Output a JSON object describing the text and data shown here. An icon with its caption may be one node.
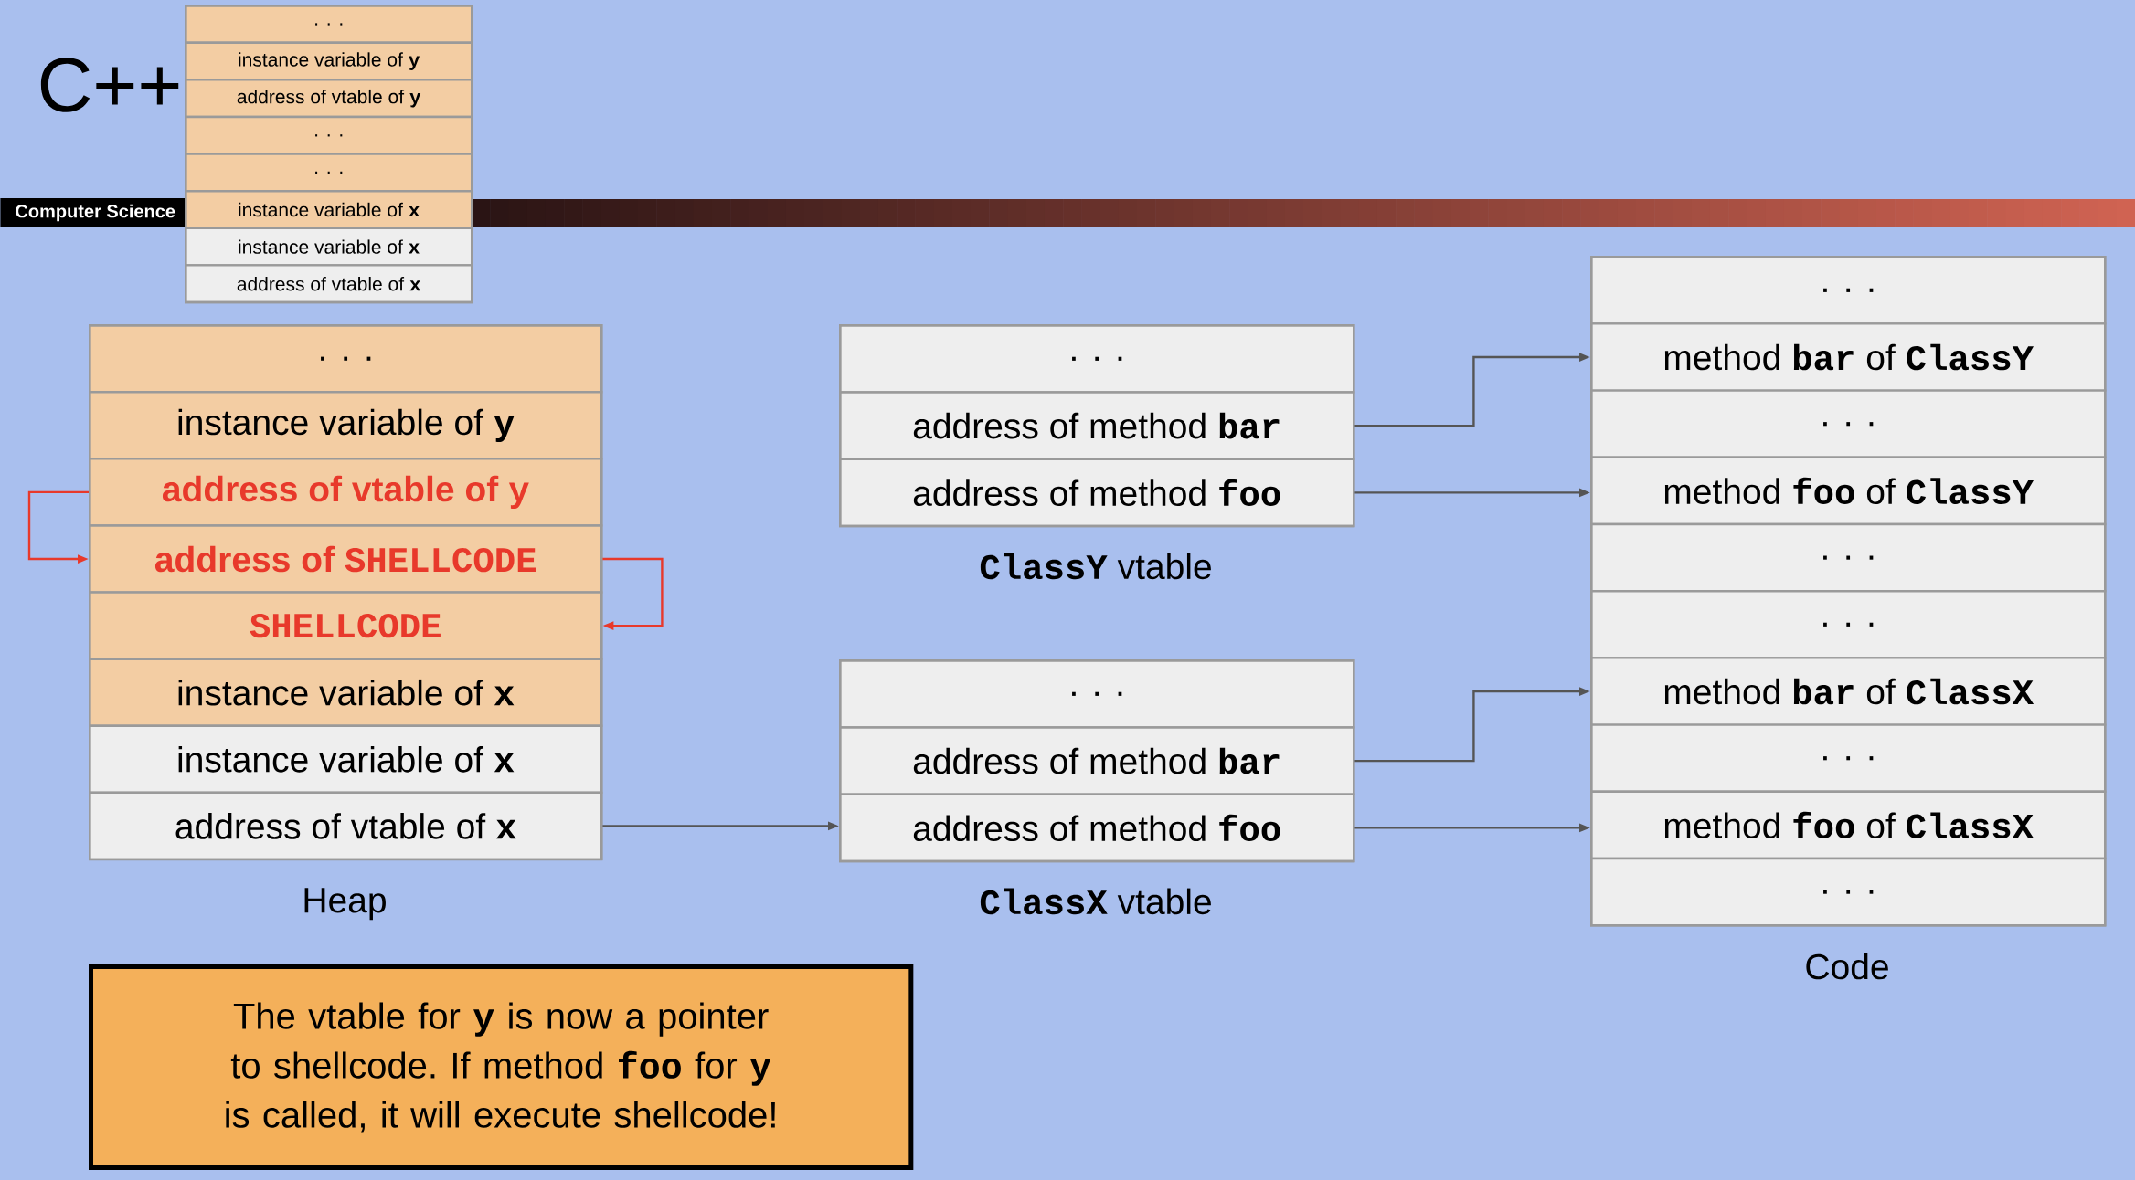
{
  "diagram": {
    "title": "C++",
    "nodes": [
      {
        "text": [],
        "shape": "box"
      },
      {
        "text": [
          ". . ."
        ],
        "in": 0
      },
      {
        "text": [
          "instance variable of **y**"
        ],
        "in": 0
      },
      {
        "text": [
          "address of vtable of **y**"
        ],
        "in": 0
      },
      {
        "text": [
          ". . ."
        ],
        "in": 0
      },
      {
        "text": [
          ". . ."
        ],
        "in": 0
      },
      {
        "text": [
          "instance variable of **x**"
        ],
        "in": 0
      },
      {
        "text": [
          "instance variable of **x**"
        ],
        "in": 0
      },
      {
        "text": [
          "address of vtable of **x**"
        ],
        "in": 0
      },
      {
        "text": [
          "Heap"
        ]
      },
      {
        "text": [
          ". . ."
        ],
        "in": 9
      },
      {
        "text": [
          "instance variable of **y**"
        ],
        "in": 9
      },
      {
        "text": [
          "address of vtable of **y**"
        ],
        "in": 9
      },
      {
        "text": [
          "address of **SHELLCODE**"
        ],
        "in": 9
      },
      {
        "text": [
          "SHELLCODE"
        ],
        "in": 9
      },
      {
        "text": [
          "instance variable of **x**"
        ],
        "in": 9
      },
      {
        "text": [
          "instance variable of **x**"
        ],
        "in": 9
      },
      {
        "text": [
          "address of vtable of **x**"
        ],
        "in": 9
      },
      {
        "text": [
          "**ClassY** vtable"
        ]
      },
      {
        "text": [
          ". . ."
        ],
        "in": 18
      },
      {
        "text": [
          "address of method **bar**"
        ],
        "in": 18
      },
      {
        "text": [
          "address of method **foo**"
        ],
        "in": 18
      },
      {
        "text": [
          "**ClassX** vtable"
        ]
      },
      {
        "text": [
          ". . ."
        ],
        "in": 22
      },
      {
        "text": [
          "address of method **bar**"
        ],
        "in": 22
      },
      {
        "text": [
          "address of method **foo**"
        ],
        "in": 22
      },
      {
        "text": [
          "Code"
        ]
      },
      {
        "text": [
          ". . ."
        ],
        "in": 26
      },
      {
        "text": [
          "method **bar** of **ClassY**"
        ],
        "in": 26
      },
      {
        "text": [
          ". . ."
        ],
        "in": 26
      },
      {
        "text": [
          "method **foo** of **ClassY**"
        ],
        "in": 26
      },
      {
        "text": [
          ". . ."
        ],
        "in": 26
      },
      {
        "text": [
          ". . ."
        ],
        "in": 26
      },
      {
        "text": [
          "method **bar** of **ClassX**"
        ],
        "in": 26
      },
      {
        "text": [
          ". . ."
        ],
        "in": 26
      },
      {
        "text": [
          "method **foo** of **ClassX**"
        ],
        "in": 26
      },
      {
        "text": [
          ". . ."
        ],
        "in": 26
      },
      {
        "text": [
          "The vtable for **y** is now a pointer to shellcode. If method **foo** for **y** is called, it will execute shellcode!"
        ]
      }
    ],
    "edges": [
      {
        "from": 12,
        "to": 13,
        "arrow": "to",
        "color": "#e8392b"
      },
      {
        "from": 13,
        "to": 14,
        "arrow": "to",
        "color": "#e8392b"
      },
      {
        "from": 17,
        "to": 25,
        "arrow": "to"
      },
      {
        "from": 20,
        "to": 28,
        "arrow": "to"
      },
      {
        "from": 21,
        "to": 30,
        "arrow": "to"
      },
      {
        "from": 24,
        "to": 33,
        "arrow": "to"
      },
      {
        "from": 25,
        "to": 35,
        "arrow": "to"
      }
    ],
    "labels": [
      "Computer Science"
    ]
  }
}
